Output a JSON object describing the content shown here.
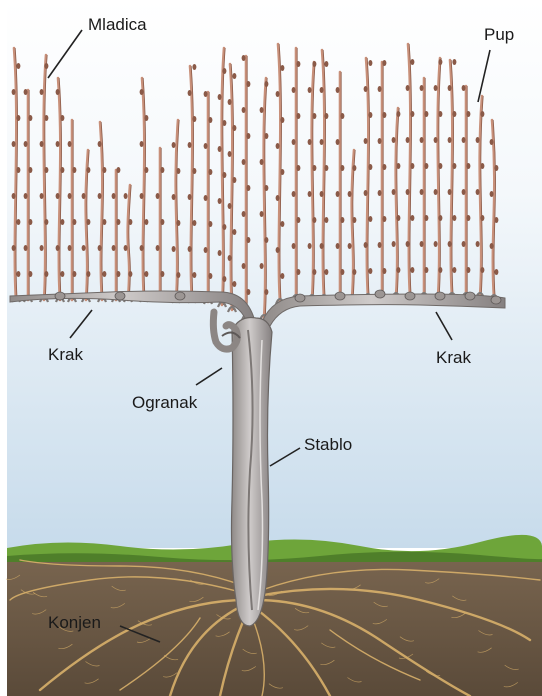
{
  "labels": {
    "shoot": "Mladica",
    "bud": "Pup",
    "arm_left": "Krak",
    "arm_right": "Krak",
    "spur": "Ogranak",
    "trunk": "Stablo",
    "root": "Konjen"
  },
  "colors": {
    "sky_top": "#f6f9fc",
    "sky_bottom": "#c9dcec",
    "grass": "#6fa33a",
    "soil": "#6e5b45",
    "soil_dark": "#4e4031",
    "bark": "#b7b3b2",
    "bark_dark": "#7f7a78",
    "cane": "#c8907a",
    "cane_dark": "#8a5a48",
    "root": "#d8b06a"
  }
}
